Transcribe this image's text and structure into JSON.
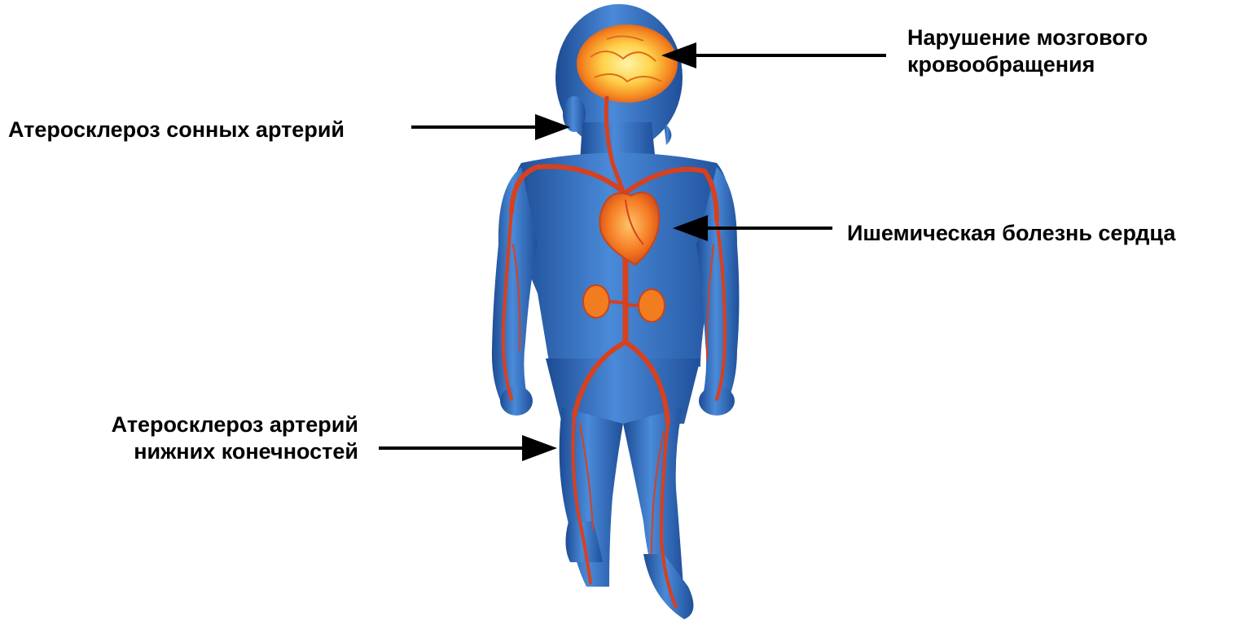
{
  "labels": {
    "brain": {
      "line1": "Нарушение мозгового",
      "line2": "кровообращения"
    },
    "carotid": {
      "line1": "Атеросклероз сонных артерий"
    },
    "heart": {
      "line1": "Ишемическая болезнь сердца"
    },
    "legs": {
      "line1": "Атеросклероз артерий",
      "line2": "нижних конечностей"
    }
  },
  "colors": {
    "body": "#3a78c9",
    "body_dark": "#1f4f9a",
    "artery": "#d8401e",
    "organ": "#f27d20",
    "brain_core": "#ffe07a",
    "arrow": "#000000"
  }
}
